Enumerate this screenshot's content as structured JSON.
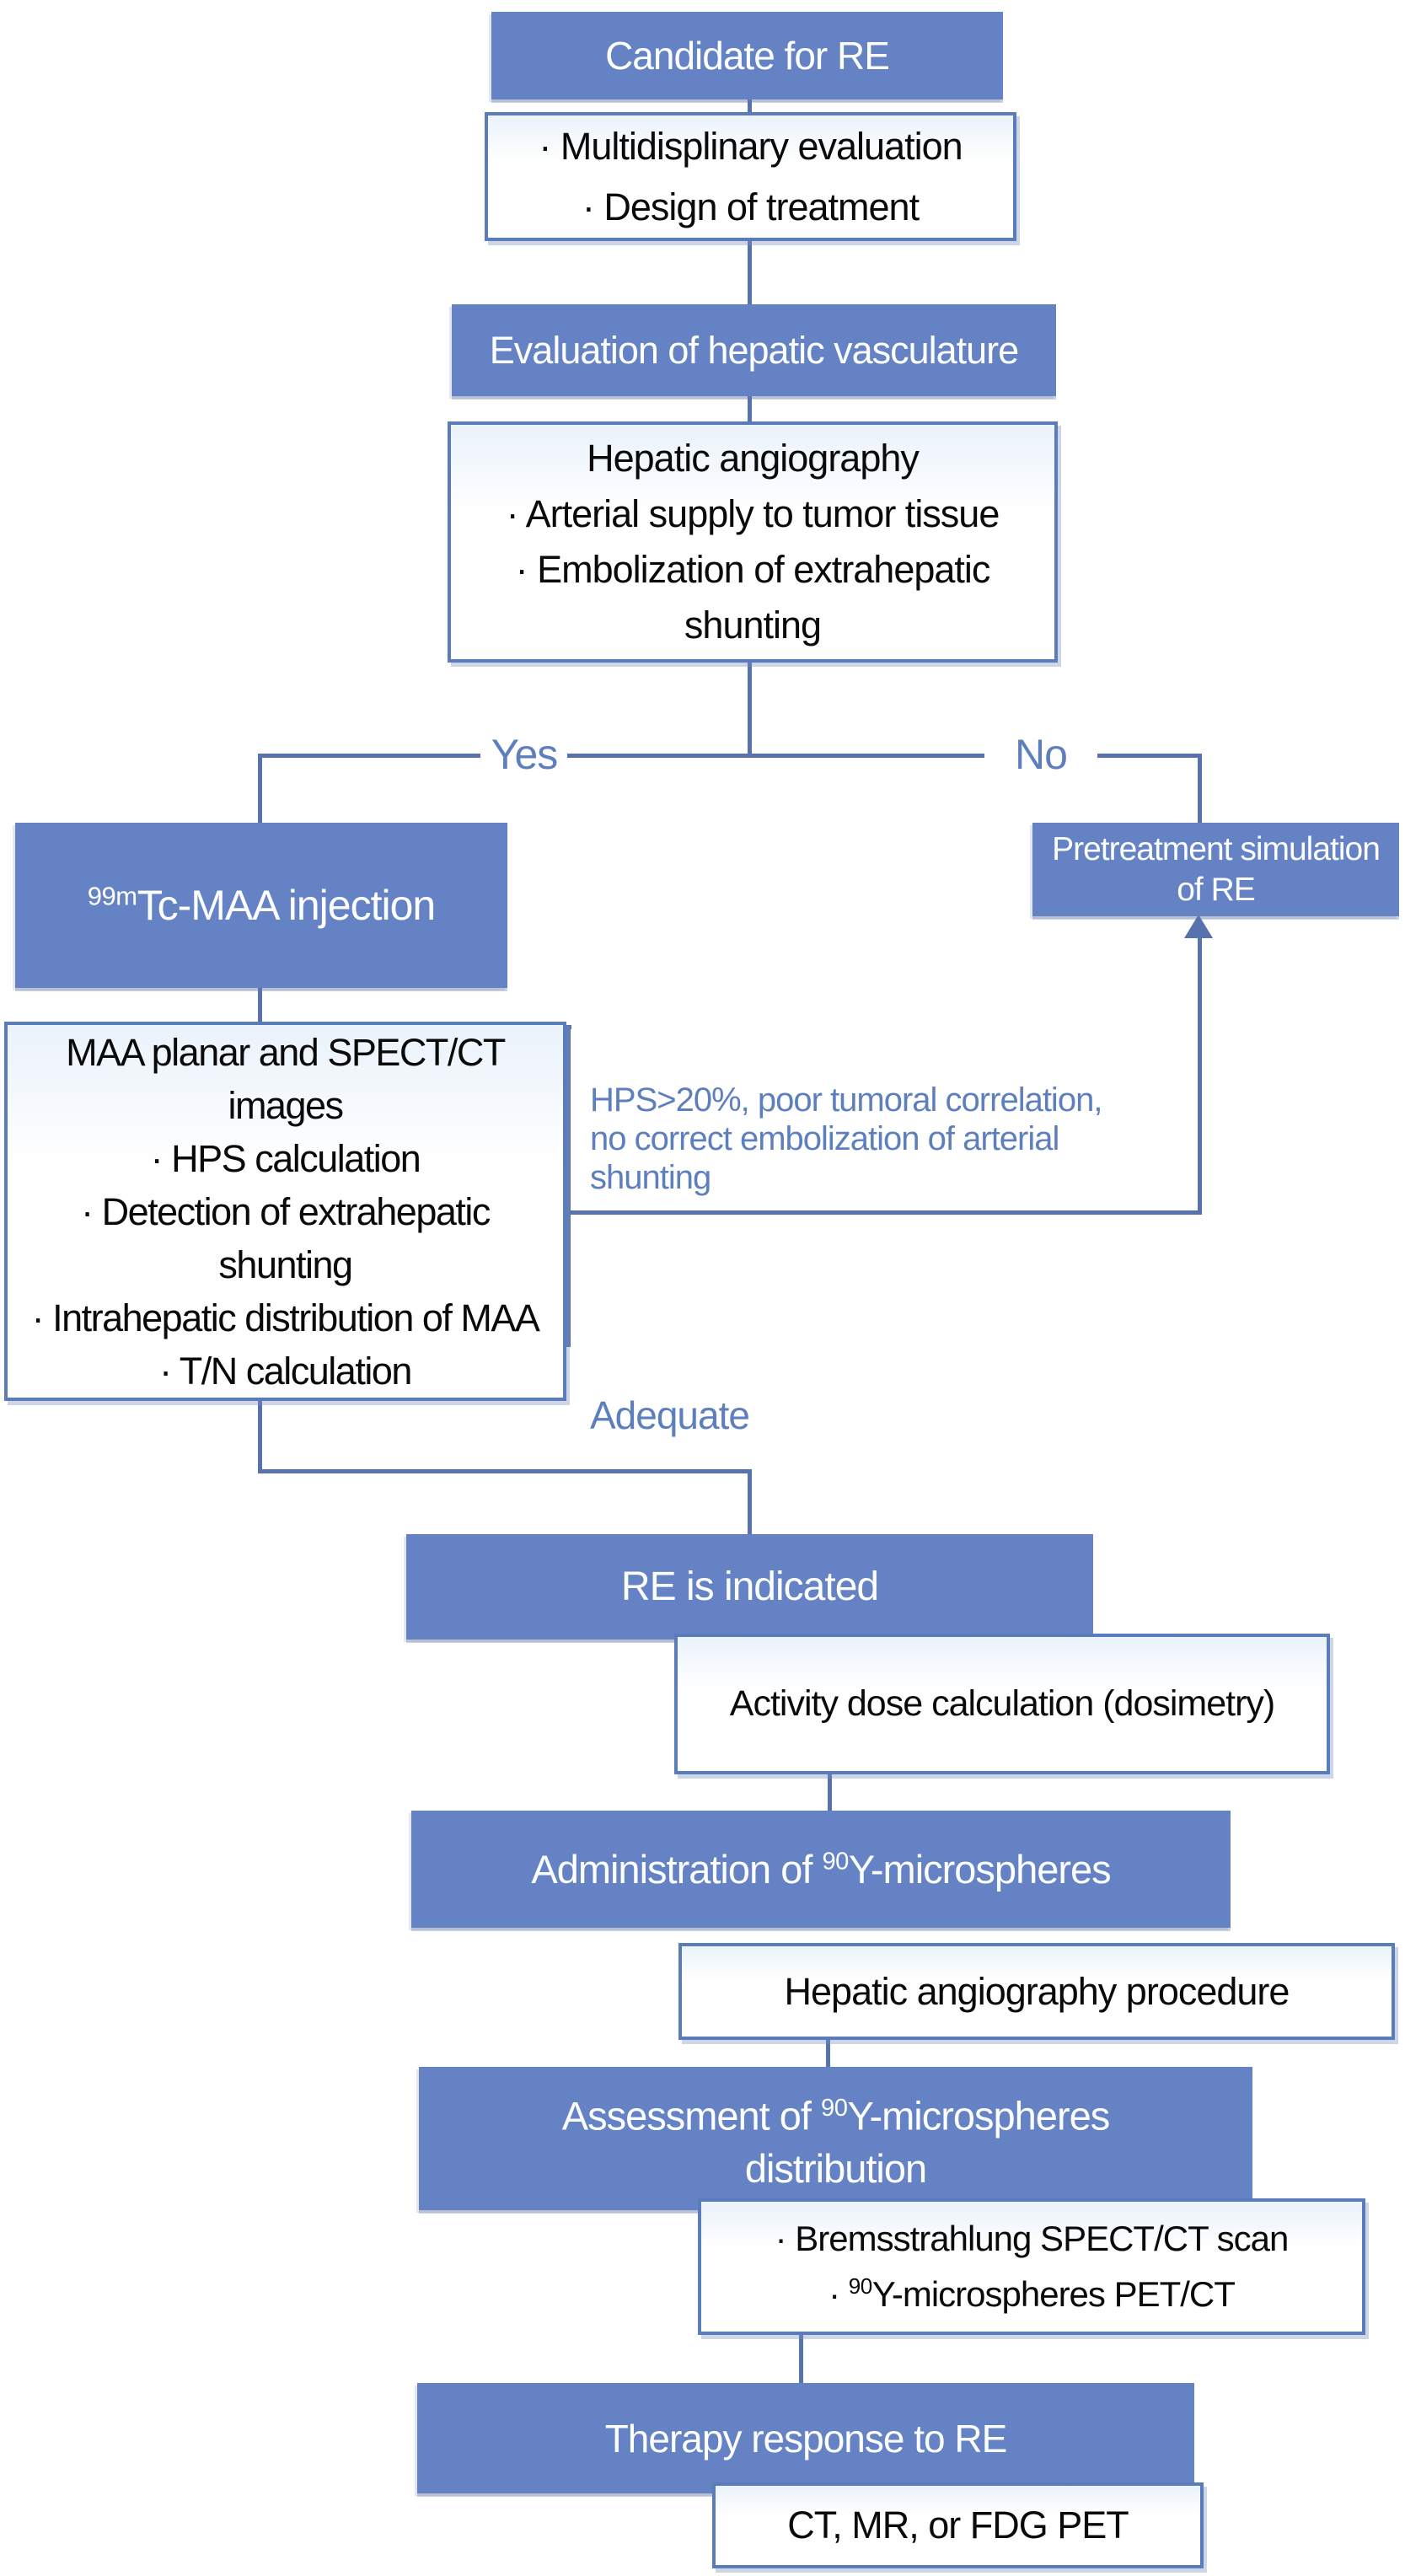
{
  "colors": {
    "box_blue": "#6583c4",
    "connector_blue": "#5872ad",
    "border_blue": "#5b7cbb",
    "label_blue": "#5e7fbd",
    "text_black": "#0a0a0a",
    "text_white": "#fdfeff"
  },
  "labels": {
    "yes": "Yes",
    "no": "No",
    "adequate": "Adequate"
  },
  "annotation_hps": {
    "lines": [
      "HPS>20%, poor tumoral correlation,",
      "no correct embolization of arterial",
      "shunting"
    ]
  },
  "boxes": {
    "candidate": {
      "title": "Candidate for RE"
    },
    "multi": {
      "lines": [
        "· Multidisplinary evaluation",
        "· Design of treatment"
      ]
    },
    "evaluation": {
      "title": "Evaluation of hepatic vasculature"
    },
    "hepangio": {
      "lines": [
        "Hepatic angiography",
        "· Arterial supply to tumor tissue",
        "· Embolization of extrahepatic",
        "shunting"
      ]
    },
    "tc99m": {
      "lines": [
        [
          {
            "t": "99m",
            "sup": true
          },
          {
            "t": "Tc-MAA injection"
          }
        ]
      ]
    },
    "pretreat": {
      "lines": [
        "Pretreatment simulation",
        "of RE"
      ]
    },
    "maa": {
      "lines": [
        "MAA planar and SPECT/CT",
        "images",
        "· HPS calculation",
        "· Detection of extrahepatic",
        "shunting",
        "· Intrahepatic distribution of MAA",
        "· T/N calculation"
      ]
    },
    "reindicated": {
      "title": "RE is indicated"
    },
    "activity": {
      "title": "Activity dose calculation (dosimetry)"
    },
    "admin": {
      "lines": [
        [
          {
            "t": "Administration of "
          },
          {
            "t": "90",
            "sup": true
          },
          {
            "t": "Y-microspheres"
          }
        ]
      ]
    },
    "hepproc": {
      "title": "Hepatic angiography procedure"
    },
    "assess": {
      "lines": [
        [
          {
            "t": "Assessment of "
          },
          {
            "t": "90",
            "sup": true
          },
          {
            "t": "Y-microspheres"
          }
        ],
        "distribution"
      ]
    },
    "brems": {
      "lines": [
        "· Bremsstrahlung SPECT/CT scan",
        [
          {
            "t": "· "
          },
          {
            "t": "90",
            "sup": true
          },
          {
            "t": "Y-microspheres PET/CT"
          }
        ]
      ]
    },
    "therapy": {
      "title": "Therapy response to RE"
    },
    "ctmr": {
      "title": "CT, MR, or FDG PET"
    }
  }
}
